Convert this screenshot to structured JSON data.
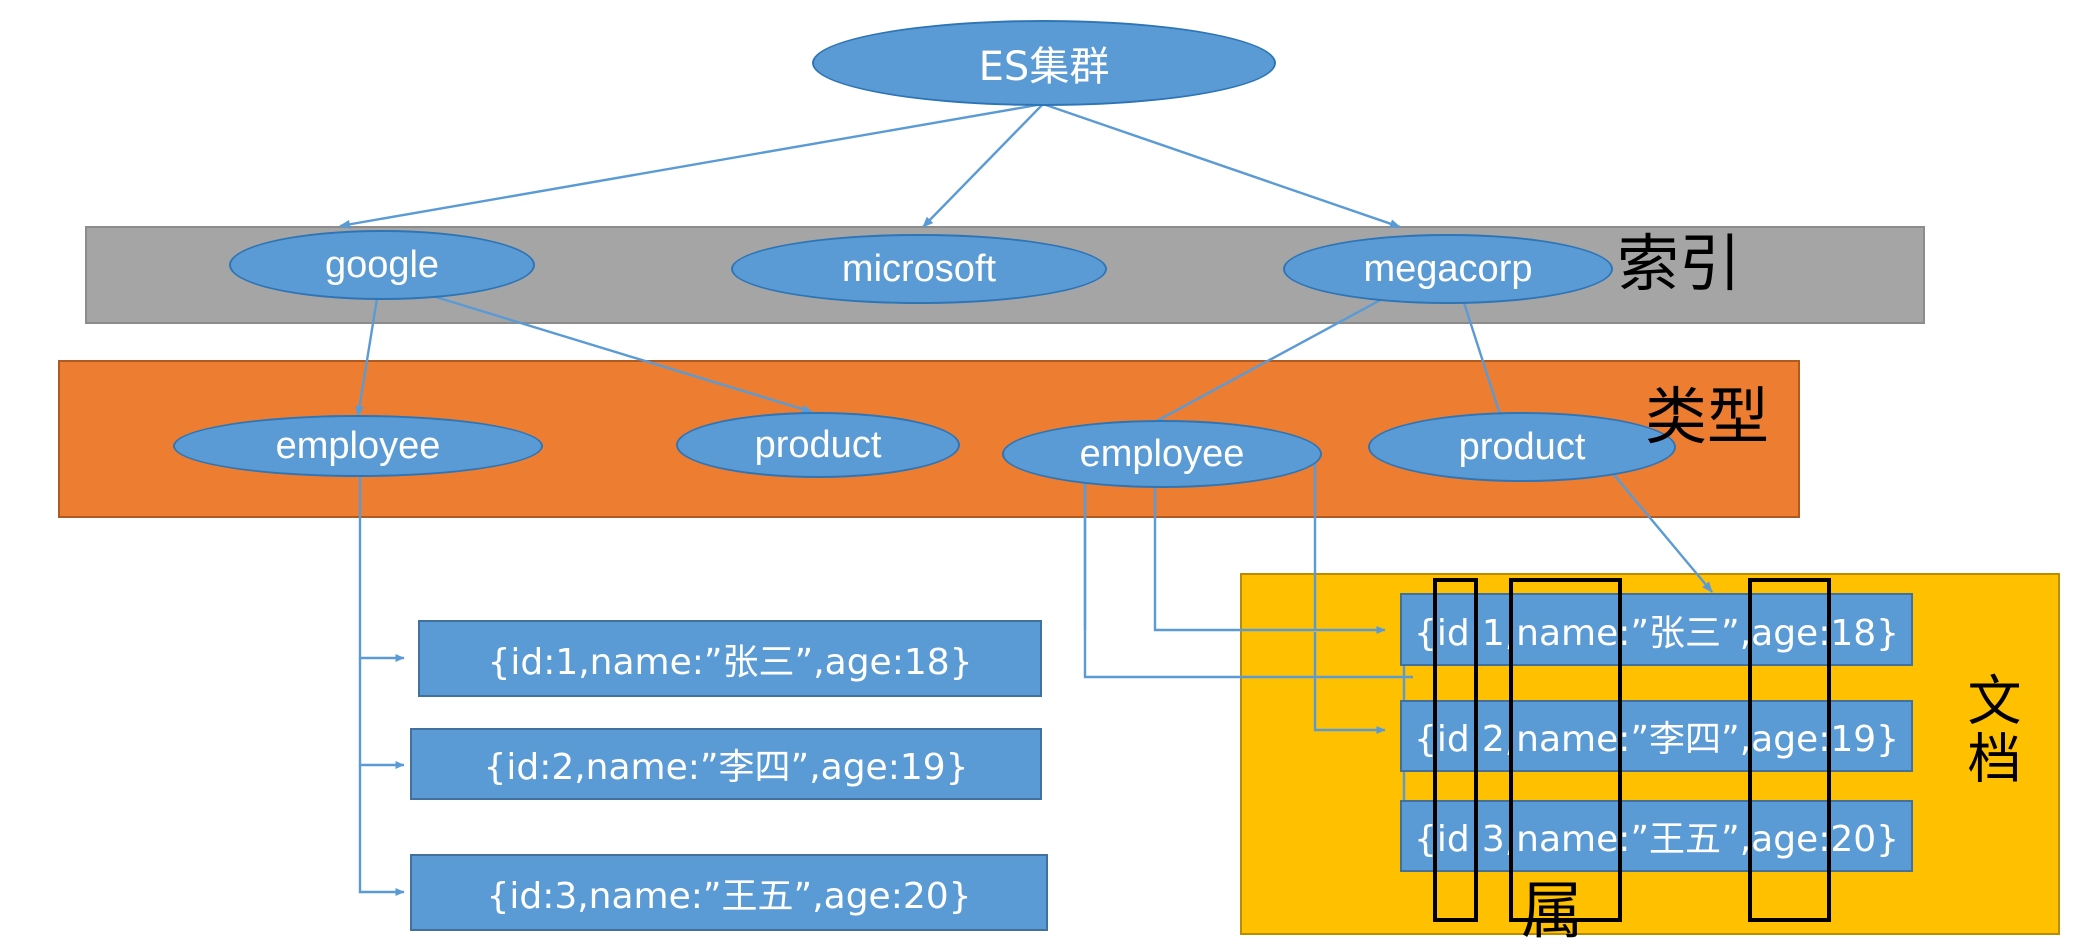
{
  "diagram": {
    "title": "ES集群",
    "colors": {
      "node_fill": "#5b9bd5",
      "node_stroke": "#2e75b6",
      "index_band": "#a5a5a5",
      "type_band": "#ed7d31",
      "doc_band": "#ffc000",
      "connector": "#5b9bd5",
      "attr_outline": "#000000",
      "doc_text": "#ffffff"
    }
  },
  "root": {
    "label": "ES集群"
  },
  "bands": {
    "index": {
      "label": "索引"
    },
    "type": {
      "label": "类型"
    },
    "document": {
      "label": "文档"
    },
    "attribute": {
      "label": "属"
    }
  },
  "indices": [
    {
      "label": "google"
    },
    {
      "label": "microsoft"
    },
    {
      "label": "megacorp"
    }
  ],
  "types": [
    {
      "label": "employee",
      "index": "google"
    },
    {
      "label": "product",
      "index": "google"
    },
    {
      "label": "employee",
      "index": "megacorp"
    },
    {
      "label": "product",
      "index": "megacorp"
    }
  ],
  "documents_left": [
    {
      "text": "{id:1,name:”张三”,age:18}"
    },
    {
      "text": "{id:2,name:”李四”,age:19}"
    },
    {
      "text": "{id:3,name:”王五”,age:20}"
    }
  ],
  "documents_right": [
    {
      "text": "{id:1,name:”张三”,age:18}"
    },
    {
      "text": "{id:2,name:”李四”,age:19}"
    },
    {
      "text": "{id:3,name:”王五”,age:20}"
    }
  ],
  "attribute_columns": [
    {
      "name": "id-column"
    },
    {
      "name": "name-column"
    },
    {
      "name": "age-column"
    }
  ]
}
